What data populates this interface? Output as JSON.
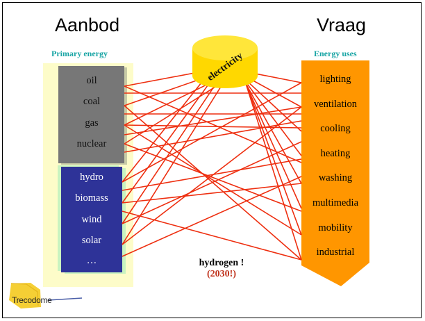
{
  "headings": {
    "left": "Aanbod",
    "right": "Vraag"
  },
  "categories": {
    "left": "Primary energy",
    "right": "Energy uses"
  },
  "hub_label": "electricity",
  "fossil_sources": [
    "oil",
    "coal",
    "gas",
    "nuclear"
  ],
  "renewable_sources": [
    "hydro",
    "biomass",
    "wind",
    "solar",
    "…"
  ],
  "uses": [
    "lighting",
    "ventilation",
    "cooling",
    "heating",
    "washing",
    "multimedia",
    "mobility",
    "industrial"
  ],
  "future": {
    "label": "hydrogen !",
    "year": "(2030!)"
  },
  "logo_text": "Trecodome",
  "colors": {
    "lines": "#ee2f10",
    "uses_panel": "#ff9600",
    "hub": "#ffd800",
    "category_text": "#1aa5a5",
    "fossil_box": "#777777",
    "renewable_box": "#2e3398"
  }
}
